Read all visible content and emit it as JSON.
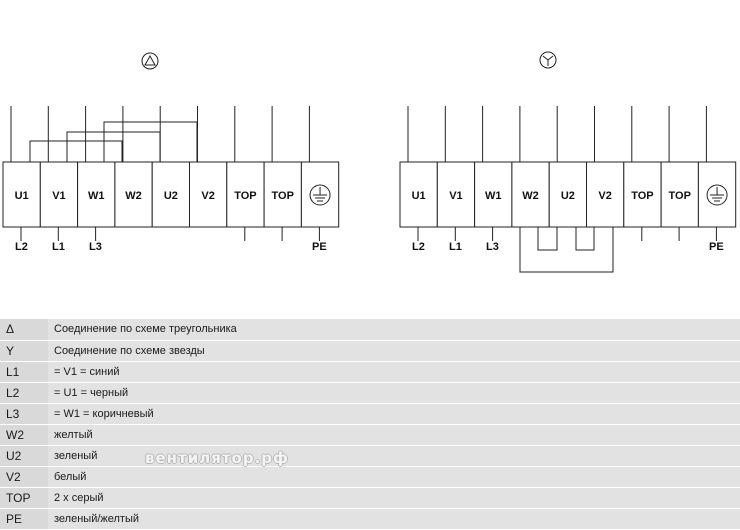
{
  "delta": {
    "symbol_icon": "delta-circle-icon",
    "terminals": [
      "U1",
      "V1",
      "W1",
      "W2",
      "U2",
      "V2",
      "TOP",
      "TOP",
      "⏚"
    ],
    "wires": [
      "L2",
      "L1",
      "L3",
      "PE"
    ]
  },
  "star": {
    "symbol_icon": "star-circle-icon",
    "terminals": [
      "U1",
      "V1",
      "W1",
      "W2",
      "U2",
      "V2",
      "TOP",
      "TOP",
      "⏚"
    ],
    "wires": [
      "L2",
      "L1",
      "L3",
      "PE"
    ]
  },
  "legend": [
    {
      "symbol": "Δ",
      "text": "Соединение по схеме треугольника"
    },
    {
      "symbol": "Y",
      "text": "Соединение по схеме звезды"
    },
    {
      "symbol": "L1",
      "text": "= V1 = синий"
    },
    {
      "symbol": "L2",
      "text": "= U1 = черный"
    },
    {
      "symbol": "L3",
      "text": "= W1 = коричневый"
    },
    {
      "symbol": "W2",
      "text": "желтый"
    },
    {
      "symbol": "U2",
      "text": "зеленый"
    },
    {
      "symbol": "V2",
      "text": "белый"
    },
    {
      "symbol": "TOP",
      "text": "2 х серый"
    },
    {
      "symbol": "PE",
      "text": "зеленый/желтый"
    }
  ],
  "watermark": "вентилятор.рф"
}
